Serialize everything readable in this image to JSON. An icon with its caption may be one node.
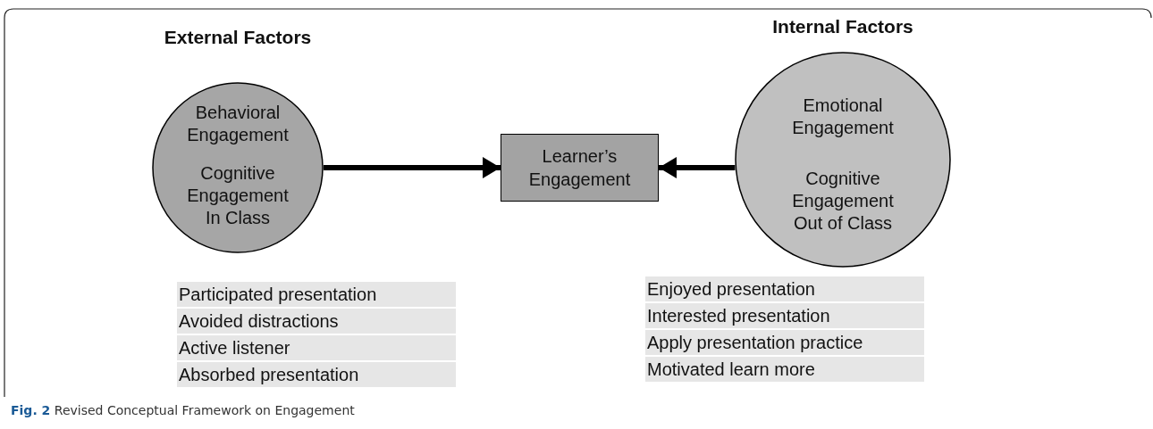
{
  "diagram": {
    "caption": "**Fig. 2** Revised Conceptual Framework on Engagement",
    "nodes": [
      {
        "text": [
          "External Factors",
          "Behavioral Engagement",
          "Cognitive Engagement In Class"
        ]
      },
      {
        "text": [
          "Learner’s Engagement"
        ]
      },
      {
        "text": [
          "Internal Factors",
          "Emotional Engagement",
          "Cognitive Engagement Out of Class"
        ]
      }
    ],
    "edges": [
      {
        "from": 0,
        "to": 1,
        "arrow": "to"
      },
      {
        "from": 2,
        "to": 1,
        "arrow": "to"
      }
    ],
    "labels": [
      "Participated presentation",
      "Avoided distractions",
      "Active listener",
      "Absorbed presentation",
      "Enjoyed presentation",
      "Interested presentation",
      "Apply presentation practice",
      "Motivated learn more"
    ]
  }
}
